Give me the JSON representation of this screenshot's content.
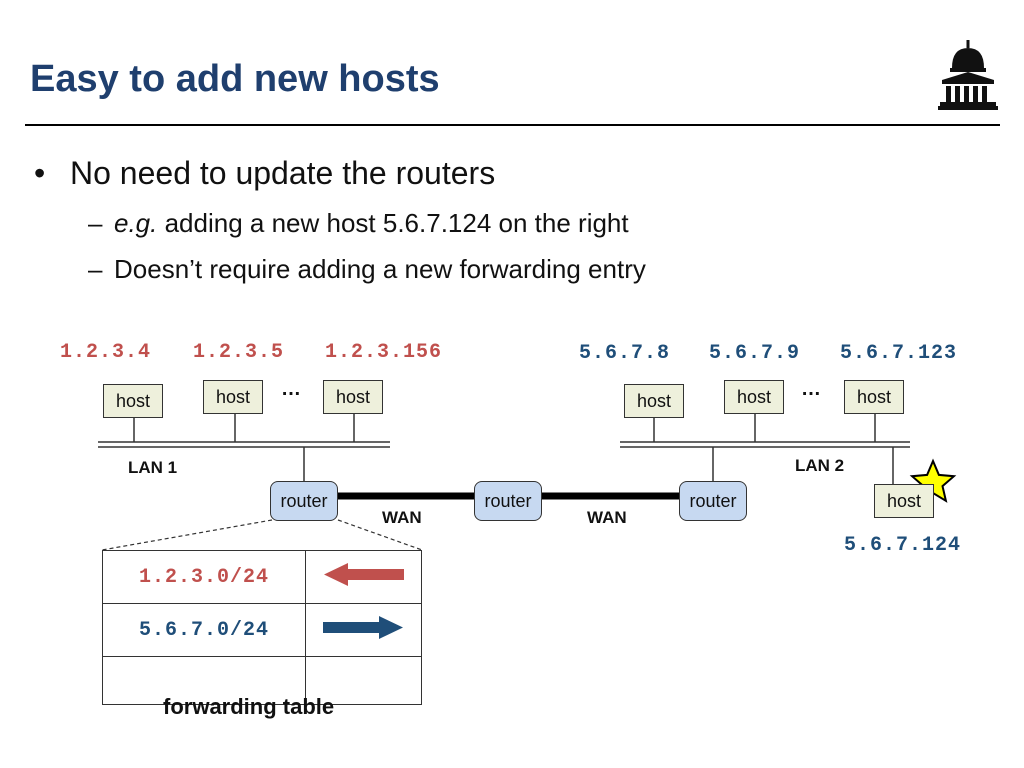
{
  "slide": {
    "title": "Easy to add new hosts",
    "bullet_marker": "•",
    "bullet": "No need to update the routers",
    "sub_marker": "–",
    "sub1_emph": "e.g.",
    "sub1_rest": " adding a new host 5.6.7.124 on the right",
    "sub2": "Doesn’t require adding a new forwarding entry"
  },
  "diagram": {
    "lan1_ips": [
      "1.2.3.4",
      "1.2.3.5",
      "1.2.3.156"
    ],
    "lan2_ips": [
      "5.6.7.8",
      "5.6.7.9",
      "5.6.7.123"
    ],
    "new_host_ip": "5.6.7.124",
    "host_label": "host",
    "router_label": "router",
    "ellipsis": "…",
    "lan1_label": "LAN 1",
    "lan2_label": "LAN 2",
    "wan_label": "WAN"
  },
  "forwarding_table": {
    "caption": "forwarding table",
    "rows": [
      {
        "prefix": "1.2.3.0/24",
        "direction": "left"
      },
      {
        "prefix": "5.6.7.0/24",
        "direction": "right"
      },
      {
        "prefix": "",
        "direction": ""
      }
    ]
  },
  "colors": {
    "title": "#1f3f6e",
    "lan1_ip": "#c0504d",
    "lan2_ip": "#1f4e79",
    "host_fill": "#eef0dc",
    "router_fill": "#c7d9f1",
    "star": "#ffff00"
  },
  "icons": {
    "logo": "capitol-building-icon",
    "new_host_marker": "star-icon"
  }
}
